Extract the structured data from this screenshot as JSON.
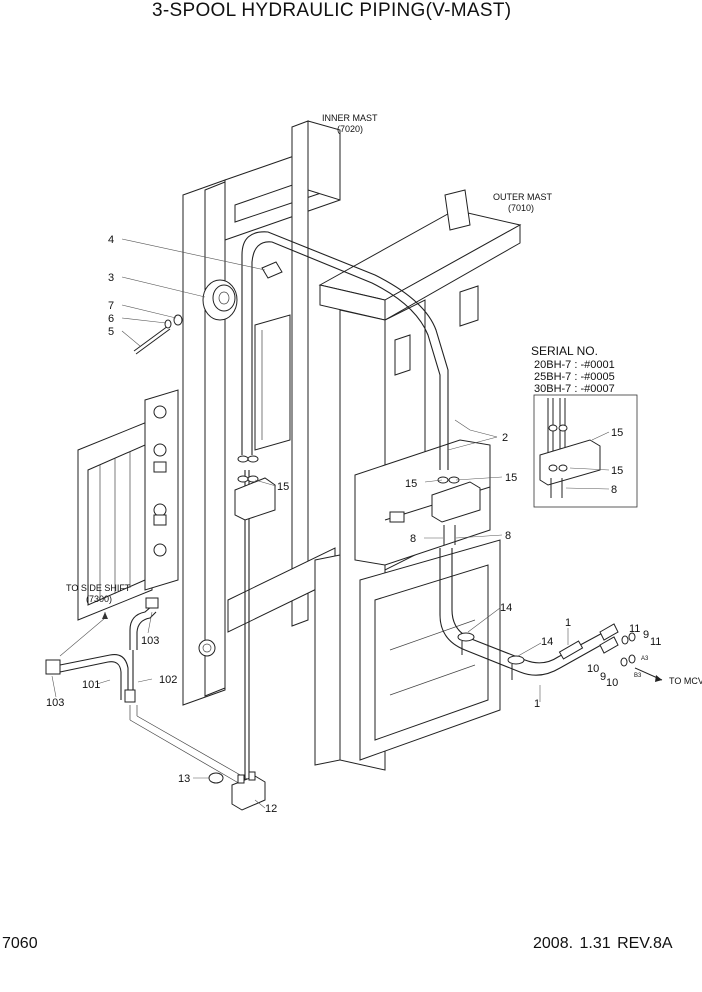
{
  "title": "3-SPOOL HYDRAULIC PIPING(V-MAST)",
  "page_number": "7060",
  "revision": "2008.  1.31  REV.8A",
  "assembly_labels": {
    "inner_mast": "INNER MAST",
    "inner_mast_code": "(7020)",
    "outer_mast": "OUTER MAST",
    "outer_mast_code": "(7010)",
    "to_side_shift": "TO SIDE SHIFT",
    "to_side_shift_code": "(7300)",
    "to_mcv": "TO MCV"
  },
  "serial_box": {
    "heading": "SERIAL NO.",
    "lines": [
      "20BH-7 : -#0001",
      "25BH-7 : -#0005",
      "30BH-7 : -#0007"
    ]
  },
  "part_callouts": [
    "4",
    "3",
    "7",
    "6",
    "5",
    "2",
    "15",
    "15",
    "15",
    "8",
    "15",
    "15",
    "8",
    "8",
    "14",
    "14",
    "1",
    "1",
    "11",
    "9",
    "11",
    "10",
    "9",
    "10",
    "103",
    "103",
    "102",
    "101",
    "13",
    "12"
  ],
  "port_labels": [
    "A3",
    "B3"
  ]
}
